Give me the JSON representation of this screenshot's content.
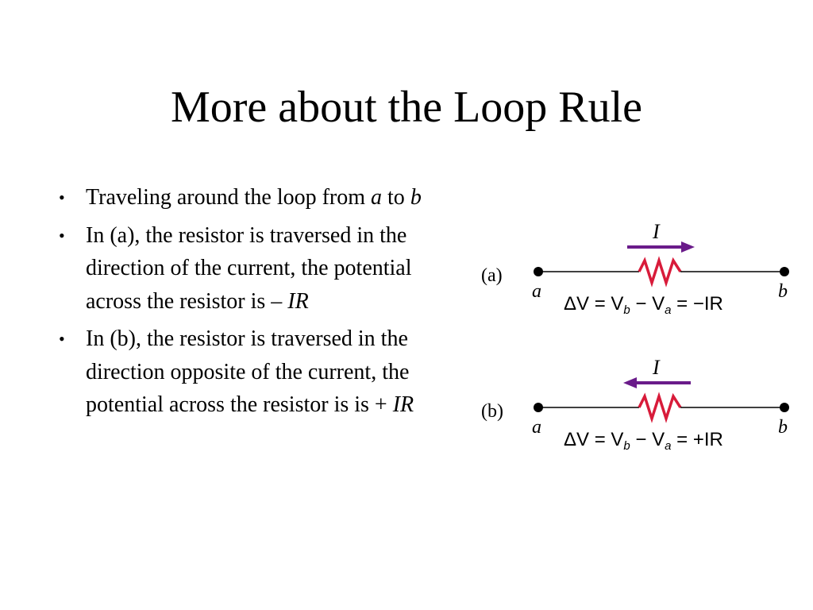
{
  "slide": {
    "title": "More about the Loop Rule",
    "bullets": [
      {
        "text": "Traveling around the loop from ",
        "italic": "a",
        "text2": " to ",
        "italic2": "b"
      },
      {
        "text": "In (a), the resistor is traversed in the direction of the current, the potential across the resistor is – ",
        "italic": "IR"
      },
      {
        "text": "In (b), the resistor is traversed in the direction opposite of the current, the potential across the resistor is is + ",
        "italic": "IR"
      }
    ]
  },
  "figures": [
    {
      "label": "(a)",
      "current_symbol": "I",
      "current_direction": "right",
      "node_left": "a",
      "node_right": "b",
      "equation": "ΔV = V_b − V_a = −IR",
      "eq_sign": "−IR"
    },
    {
      "label": "(b)",
      "current_symbol": "I",
      "current_direction": "left",
      "node_left": "a",
      "node_right": "b",
      "equation": "ΔV = V_b − V_a = +IR",
      "eq_sign": "+IR"
    }
  ],
  "colors": {
    "arrow": "#6a1b8a",
    "resistor": "#d81b3a",
    "wire": "#000000"
  }
}
